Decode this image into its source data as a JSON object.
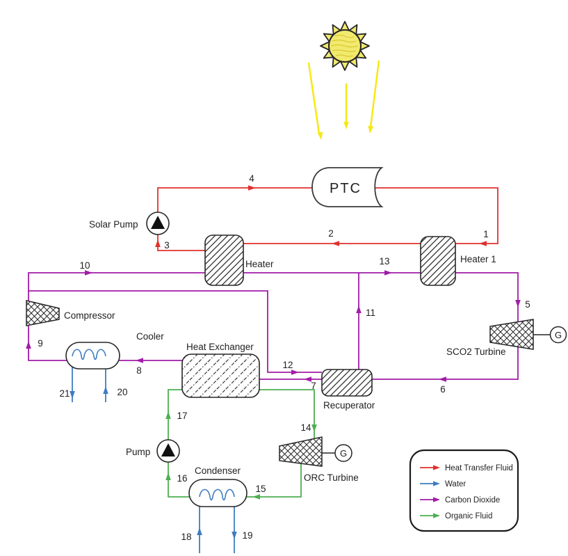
{
  "components": {
    "ptc": "PTC",
    "solar_pump": "Solar Pump",
    "heater": "Heater",
    "heater1": "Heater 1",
    "compressor": "Compressor",
    "cooler": "Cooler",
    "heat_exchanger": "Heat Exchanger",
    "recuperator": "Recuperator",
    "sco2_turbine": "SCO2 Turbine",
    "orc_turbine": "ORC Turbine",
    "pump": "Pump",
    "condenser": "Condenser",
    "generator": "G"
  },
  "streams": {
    "n1": "1",
    "n2": "2",
    "n3": "3",
    "n4": "4",
    "n5": "5",
    "n6": "6",
    "n7": "7",
    "n8": "8",
    "n9": "9",
    "n10": "10",
    "n11": "11",
    "n12": "12",
    "n13": "13",
    "n14": "14",
    "n15": "15",
    "n16": "16",
    "n17": "17",
    "n18": "18",
    "n19": "19",
    "n20": "20",
    "n21": "21"
  },
  "legend": {
    "items": [
      {
        "label": "Heat Transfer Fluid",
        "color": "#E0312B"
      },
      {
        "label": "Water",
        "color": "#3F7CC1"
      },
      {
        "label": "Carbon Dioxide",
        "color": "#A11CA8"
      },
      {
        "label": "Organic Fluid",
        "color": "#4CAF50"
      }
    ]
  },
  "colors": {
    "heat_transfer_fluid": "#E0312B",
    "water": "#3F7CC1",
    "carbon_dioxide": "#A11CA8",
    "organic_fluid": "#4CAF50",
    "sun_body": "#F2EA6E",
    "sun_beam": "#F5E913",
    "outline": "#262626"
  }
}
